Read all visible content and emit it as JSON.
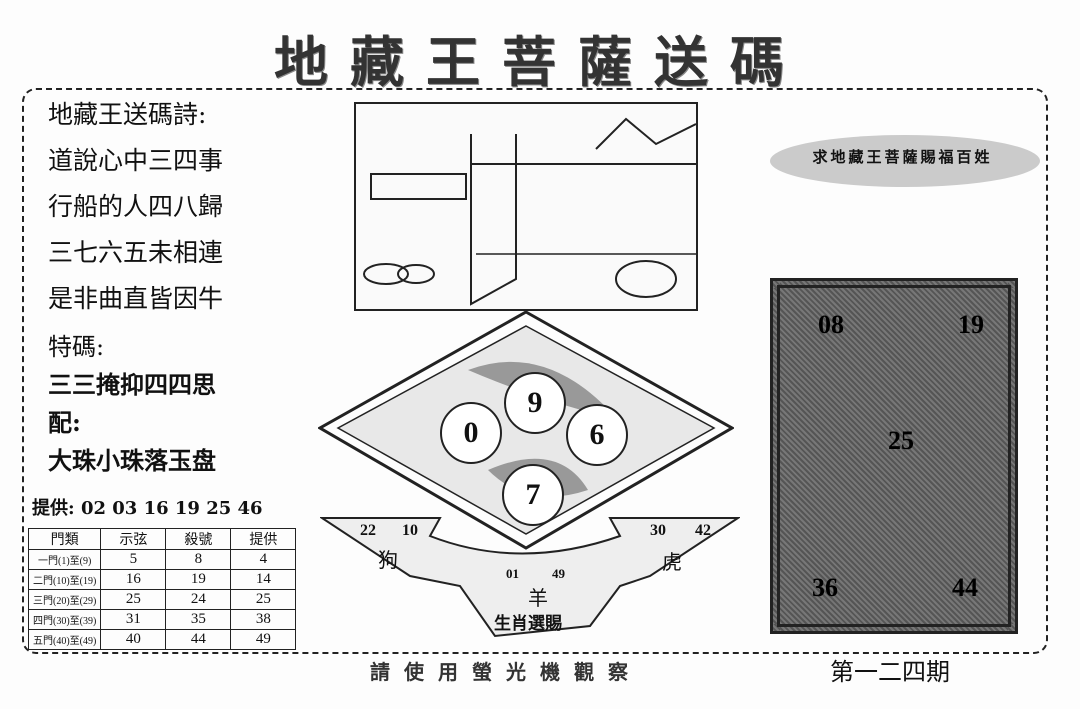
{
  "title": "地藏王菩薩送碼",
  "poem": {
    "heading": "地藏王送碼詩:",
    "lines": [
      "道說心中三四事",
      "行船的人四八歸",
      "三七六五未相連",
      "是非曲直皆因牛"
    ]
  },
  "special": {
    "label": "特碼:",
    "text": "三三掩抑四四思",
    "match_label": "配:",
    "match_text": "大珠小珠落玉盘"
  },
  "provide": {
    "label": "提供:",
    "numbers": "02 03 16 19 25 46"
  },
  "table": {
    "headers": [
      "門類",
      "示弦",
      "殺號",
      "提供"
    ],
    "rows": [
      {
        "label": "一門(1)至(9)",
        "values": [
          "5",
          "8",
          "4"
        ]
      },
      {
        "label": "二門(10)至(19)",
        "values": [
          "16",
          "19",
          "14"
        ]
      },
      {
        "label": "三門(20)至(29)",
        "values": [
          "25",
          "24",
          "25"
        ]
      },
      {
        "label": "四門(30)至(39)",
        "values": [
          "31",
          "35",
          "38"
        ]
      },
      {
        "label": "五門(40)至(49)",
        "values": [
          "40",
          "44",
          "49"
        ]
      }
    ]
  },
  "banner": "求地藏王菩薩賜福百姓",
  "statue_numbers": {
    "top_left": "08",
    "top_right": "19",
    "center": "25",
    "bottom_left": "36",
    "bottom_right": "44"
  },
  "balls": [
    "9",
    "0",
    "6",
    "7"
  ],
  "zodiac": {
    "left": {
      "animal": "狗",
      "numbers": [
        "22",
        "10"
      ]
    },
    "right": {
      "animal": "虎",
      "numbers": [
        "30",
        "42"
      ]
    },
    "center": {
      "animal": "羊",
      "numbers": [
        "01",
        "49"
      ]
    },
    "caption": "生肖選賜"
  },
  "footer": "請使用螢光機觀察",
  "issue": "第一二四期"
}
